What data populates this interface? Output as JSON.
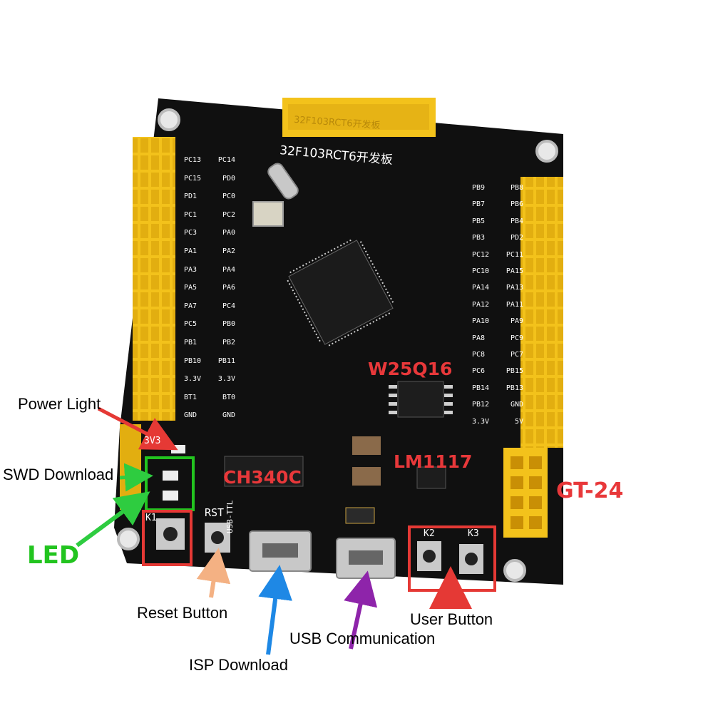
{
  "board": {
    "title": "32F103RCT6开发板",
    "header_top_text": "32F103RCT6开发板",
    "left_pins": [
      [
        "PC13",
        "PC14"
      ],
      [
        "PC15",
        "PD0"
      ],
      [
        "PD1",
        "PC0"
      ],
      [
        "PC1",
        "PC2"
      ],
      [
        "PC3",
        "PA0"
      ],
      [
        "PA1",
        "PA2"
      ],
      [
        "PA3",
        "PA4"
      ],
      [
        "PA5",
        "PA6"
      ],
      [
        "PA7",
        "PC4"
      ],
      [
        "PC5",
        "PB0"
      ],
      [
        "PB1",
        "PB2"
      ],
      [
        "PB10",
        "PB11"
      ],
      [
        "3.3V",
        "3.3V"
      ],
      [
        "BT1",
        "BT0"
      ],
      [
        "GND",
        "GND"
      ]
    ],
    "right_pins": [
      [
        "PB9",
        "PB8"
      ],
      [
        "PB7",
        "PB6"
      ],
      [
        "PB5",
        "PB4"
      ],
      [
        "PB3",
        "PD2"
      ],
      [
        "PC12",
        "PC11"
      ],
      [
        "PC10",
        "PA15"
      ],
      [
        "PA14",
        "PA13"
      ],
      [
        "PA12",
        "PA11"
      ],
      [
        "PA10",
        "PA9"
      ],
      [
        "PA8",
        "PC9"
      ],
      [
        "PC8",
        "PC7"
      ],
      [
        "PC6",
        "PB15"
      ],
      [
        "PB14",
        "PB13"
      ],
      [
        "PB12",
        "GND"
      ],
      [
        "3.3V",
        "5V"
      ]
    ],
    "silk_3v3": "3V3",
    "silk_k1": "K1",
    "silk_rst": "RST",
    "silk_usb_ttl": "USB-TTL",
    "silk_k2": "K2",
    "silk_k3": "K3"
  },
  "chip_labels": {
    "w25q16": "W25Q16",
    "lm1117": "LM1117",
    "ch340c": "CH340C",
    "gt24": "GT-24",
    "led": "LED"
  },
  "callouts": {
    "power_light": "Power Light",
    "swd_download": "SWD Download",
    "reset_button": "Reset Button",
    "isp_download": "ISP Download",
    "usb_communication": "USB Communication",
    "user_button": "User Button"
  },
  "colors": {
    "pcb": "#101010",
    "header_yellow": "#f3c21b",
    "red_label": "#e8383a",
    "green_label": "#22c41f",
    "arrow_red": "#e53935",
    "arrow_green": "#2ecc40",
    "arrow_orange": "#f4b183",
    "arrow_blue": "#1e88e5",
    "arrow_purple": "#8e24aa"
  }
}
